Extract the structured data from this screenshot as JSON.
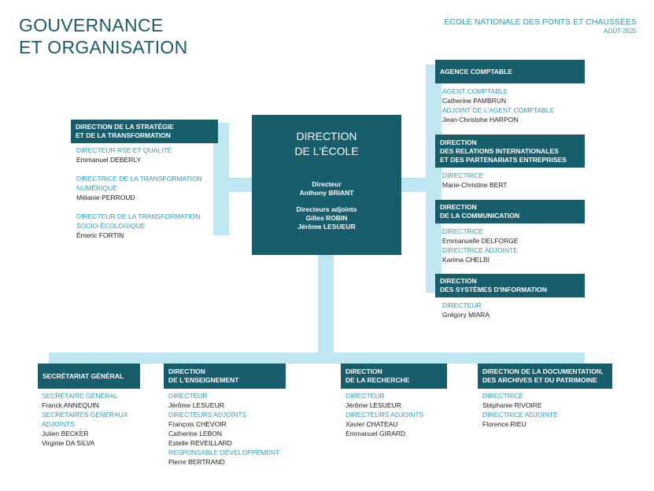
{
  "header": {
    "title_line1": "GOUVERNANCE",
    "title_line2": "ET ORGANISATION",
    "school": "ÉCOLE NATIONALE DES PONTS ET CHAUSSÉES",
    "date": "AOÛT 2025"
  },
  "center": {
    "line1": "DIRECTION",
    "line2": "DE L'ÉCOLE",
    "director_role": "Directeur",
    "director_name": "Anthony BRIANT",
    "deputies_role": "Directeurs adjoints",
    "deputy1": "Gilles ROBIN",
    "deputy2": "Jérôme LESUEUR"
  },
  "strategy": {
    "title_line1": "DIRECTION DE LA STRATÉGIE",
    "title_line2": "ET DE LA TRANSFORMATION",
    "role1": "DIRECTEUR RSE ET QUALITÉ",
    "person1": "Emmanuel DEBERLY",
    "role2_line1": "DIRECTRICE DE LA TRANSFORMATION",
    "role2_line2": "NUMÉRIQUE",
    "person2": "Mélanie PERROUD",
    "role3_line1": "DIRECTEUR DE LA TRANSFORMATION",
    "role3_line2": "SOCIO-ÉCOLOGIQUE",
    "person3": "Émeric FORTIN"
  },
  "agence": {
    "title": "AGENCE COMPTABLE",
    "role1": "AGENT COMPTABLE",
    "person1": "Catherine PAMBRUN",
    "role2": "ADJOINT DE L'AGENT COMPTABLE",
    "person2": "Jean-Christohe HARPON"
  },
  "international": {
    "title_line1": "DIRECTION",
    "title_line2": "DES RELATIONS INTERNATIONALES",
    "title_line3": "ET DES PARTENARIATS ENTREPRISES",
    "role1": "DIRECTRICE",
    "person1": "Marie-Christine BERT"
  },
  "communication": {
    "title_line1": "DIRECTION",
    "title_line2": "DE LA COMMUNICATION",
    "role1": "DIRECTRICE",
    "person1": "Emmanuelle DELFORGE",
    "role2": "DIRECTRICE ADJOINTE",
    "person2": "Karima CHELBI"
  },
  "si": {
    "title_line1": "DIRECTION",
    "title_line2": "DES SYSTÈMES D'INFORMATION",
    "role1": "DIRECTEUR",
    "person1": "Grégory MIARA"
  },
  "secretariat": {
    "title": "SECRÉTARIAT GÉNÉRAL",
    "role1": "SECRÉTAIRE GÉNÉRAL",
    "person1": "Franck ANNEQUIN",
    "role2_line1": "SECRÉTAIRES GÉNÉRAUX",
    "role2_line2": "ADJOINTS",
    "person2": "Julien BECKER",
    "person3": "Virginie DA SILVA"
  },
  "enseignement": {
    "title_line1": "DIRECTION",
    "title_line2": "DE L'ENSEIGNEMENT",
    "role1": "DIRECTEUR",
    "person1": "Jérôme LESUEUR",
    "role2": "DIRECTEURS ADJOINTS",
    "person2": "François CHEVOIR",
    "person3": "Catherine LEBON",
    "person4": "Estelle REVEILLARD",
    "role3": "RESPONSABLE DÉVELOPPEMENT",
    "person5": "Pierre BERTRAND"
  },
  "recherche": {
    "title_line1": "DIRECTION",
    "title_line2": "DE LA RECHERCHE",
    "role1": "DIRECTEUR",
    "person1": "Jérôme LESUEUR",
    "role2": "DIRECTEURS ADJOINTS",
    "person2": "Xavier CHATEAU",
    "person3": "Emmanuel GIRARD"
  },
  "documentation": {
    "title_line1": "DIRECTION DE LA DOCUMENTATION,",
    "title_line2": "DES ARCHIVES ET DU PATRIMOINE",
    "role1": "DIRECTRICE",
    "person1": "Stéphanie RIVOIRE",
    "role2": "DIRECTRICE ADJOINTE",
    "person2": "Florence RIEU"
  }
}
